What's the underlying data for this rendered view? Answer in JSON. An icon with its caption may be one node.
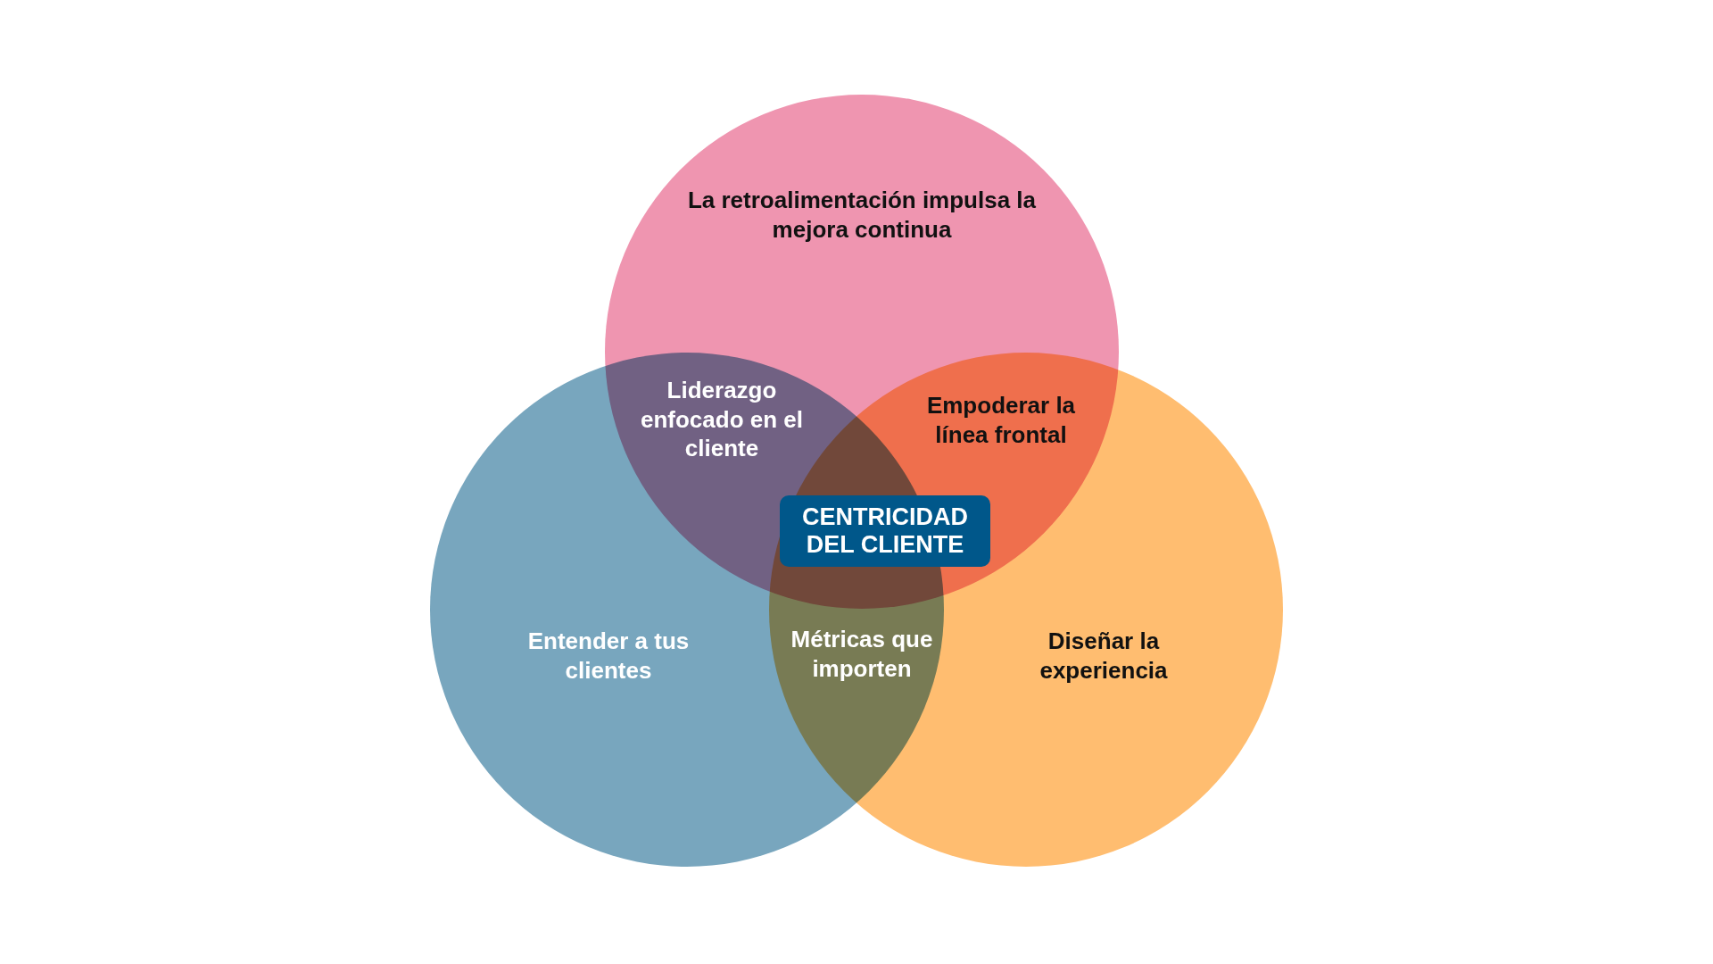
{
  "diagram": {
    "nodes": [
      {
        "text": [
          "La retroalimentación impulsa la mejora continua"
        ]
      },
      {
        "text": [
          "Entender a tus clientes"
        ]
      },
      {
        "text": [
          "Diseñar la experiencia"
        ]
      },
      {
        "text": [
          "CENTRICIDAD DEL CLIENTE"
        ]
      }
    ],
    "labels": [
      "Liderazgo enfocado en el cliente",
      "Empoderar la línea frontal",
      "Métricas que importen"
    ]
  }
}
